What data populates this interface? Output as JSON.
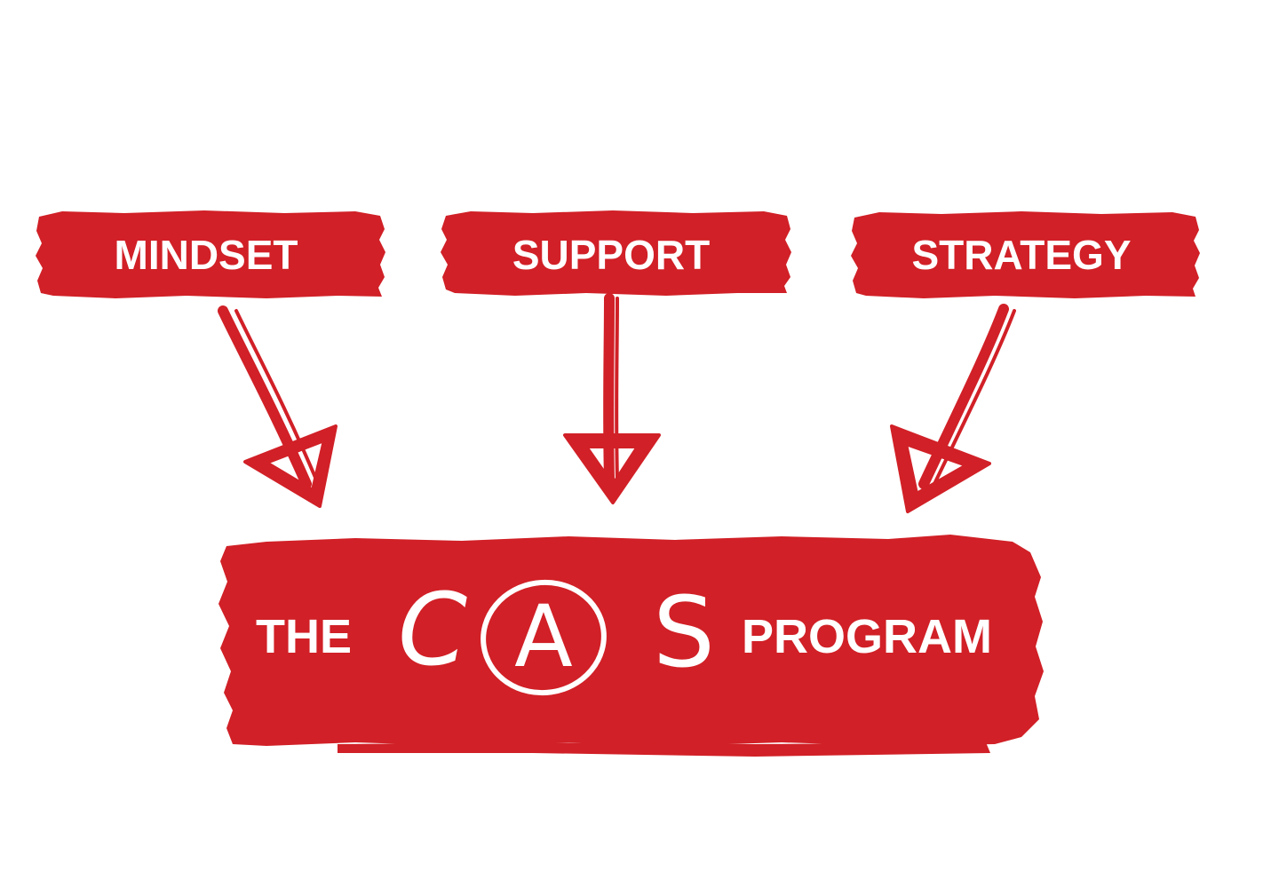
{
  "colors": {
    "brush_red": "#d12027",
    "text_white": "#ffffff",
    "background": "#ffffff"
  },
  "pillars": [
    {
      "label": "MINDSET"
    },
    {
      "label": "SUPPORT"
    },
    {
      "label": "STRATEGY"
    }
  ],
  "program": {
    "prefix": "THE",
    "logo_letters": [
      "C",
      "A",
      "S"
    ],
    "suffix": "PROGRAM"
  }
}
